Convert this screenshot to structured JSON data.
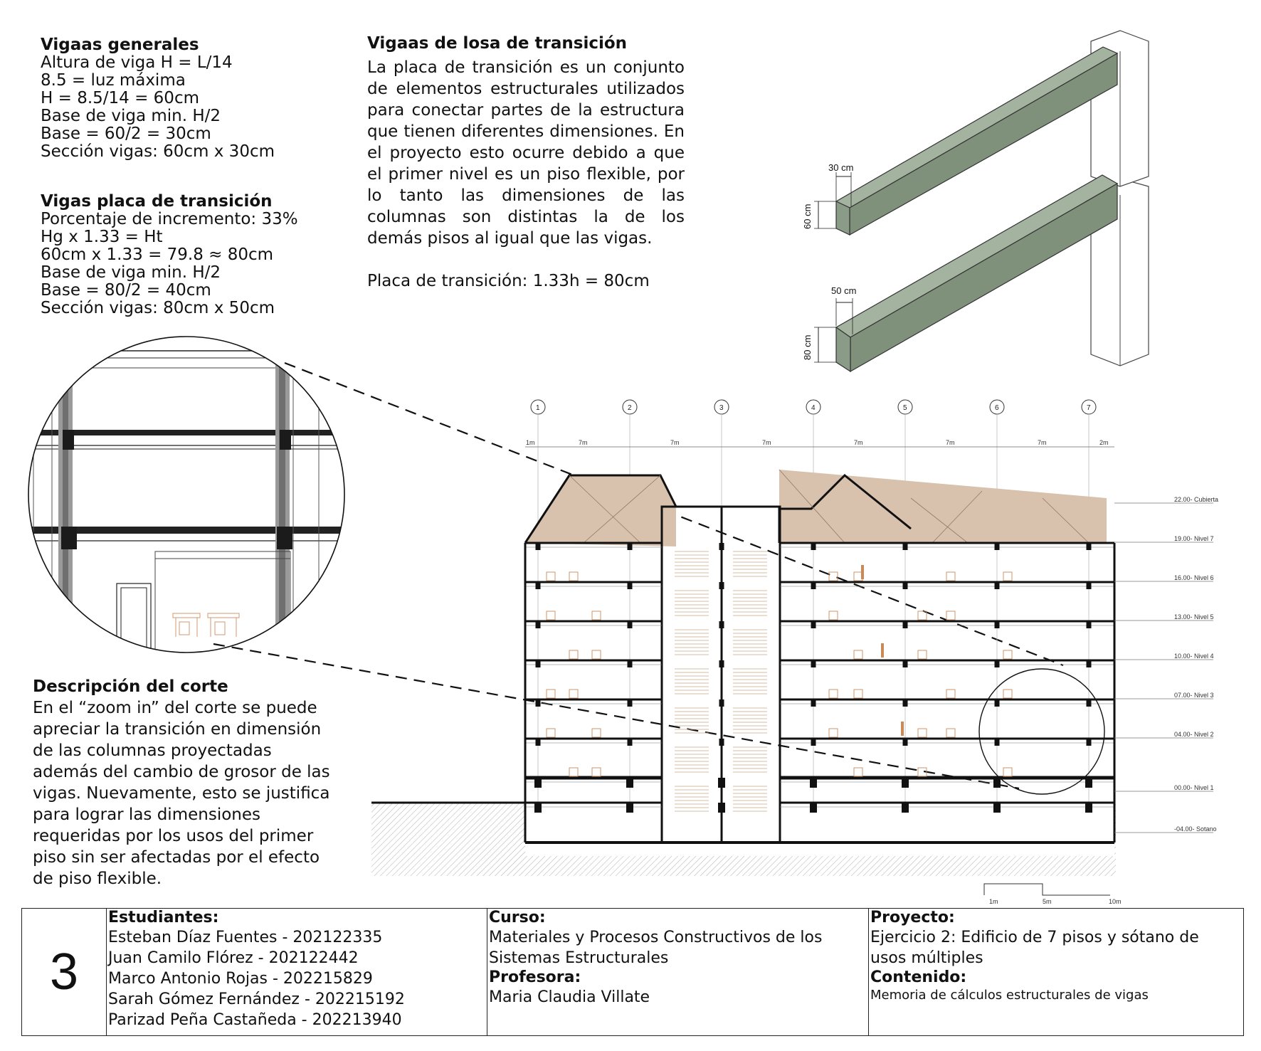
{
  "general": {
    "title": "Vigaas generales",
    "lines": [
      "Altura de viga   H = L/14",
      "8.5 = luz máxima",
      "H = 8.5/14 = 60cm",
      "Base de viga min. H/2",
      "Base = 60/2 = 30cm",
      "Sección vigas: 60cm x 30cm"
    ]
  },
  "transicion": {
    "title": "Vigas placa de transición",
    "lines": [
      "Porcentaje de incremento: 33%",
      "Hg x 1.33 = Ht",
      "60cm x 1.33 = 79.8 ≈ 80cm",
      "Base de viga min. H/2",
      "Base = 80/2 = 40cm",
      "Sección vigas: 80cm x 50cm"
    ]
  },
  "losa": {
    "title": "Vigaas de losa de transición",
    "body": "La placa de transición es un conjunto de elementos estructurales utilizados para conectar partes de la estructura que tienen diferentes dimensiones. En el proyecto esto ocurre debido a  que el primer nivel es un piso flexible, por lo tanto las dimensiones de las columnas son distintas la de los demás pisos al igual que las vigas.",
    "extra": "Placa de transición: 1.33h = 80cm"
  },
  "corte": {
    "title": "Descripción del corte",
    "body": "En el “zoom in” del corte se puede apreciar la transición en dimensión de las columnas proyectadas además del cambio de grosor de las vigas. Nuevamente, esto se justifica para lograr las dimensiones requeridas por los usos del primer piso sin ser afectadas por el efecto de piso  flexible."
  },
  "beam_diagram": {
    "upper_width": "30 cm",
    "upper_height": "60 cm",
    "lower_width": "50 cm",
    "lower_height": "80 cm",
    "beam_color": "#8a9c87"
  },
  "section": {
    "axes": [
      "1",
      "2",
      "3",
      "4",
      "5",
      "6",
      "7"
    ],
    "spans": [
      "1m",
      "7m",
      "7m",
      "7m",
      "7m",
      "7m",
      "7m",
      "2m"
    ],
    "levels": [
      "22.00- Cubierta",
      "19.00- Nivel 7",
      "16.00- Nivel 6",
      "13.00- Nivel 5",
      "10.00- Nivel 4",
      "07.00- Nivel 3",
      "04.00- Nivel 2",
      "00.00- Nivel 1",
      "-04.00- Sotano"
    ],
    "scale": [
      "1m",
      "5m",
      "10m"
    ],
    "roof_color": "#d8c2ad",
    "furniture_color": "#c98a5a"
  },
  "titleblock": {
    "sheet": "3",
    "estudiantes_label": "Estudiantes:",
    "estudiantes": [
      "Esteban Díaz Fuentes - 202122335",
      "Juan Camilo Flórez - 202122442",
      "Marco Antonio Rojas - 202215829",
      "Sarah Gómez Fernández - 202215192",
      "Parizad Peña Castañeda - 202213940"
    ],
    "curso_label": "Curso:",
    "curso": [
      "Materiales y Procesos Constructivos de los",
      "Sistemas Estructurales"
    ],
    "profesora_label": "Profesora:",
    "profesora": "Maria Claudia Villate",
    "proyecto_label": "Proyecto:",
    "proyecto": [
      "Ejercicio 2: Edificio de 7 pisos y sótano de",
      "usos múltiples"
    ],
    "contenido_label": "Contenido:",
    "contenido": "Memoria de cálculos estructurales de vigas"
  }
}
